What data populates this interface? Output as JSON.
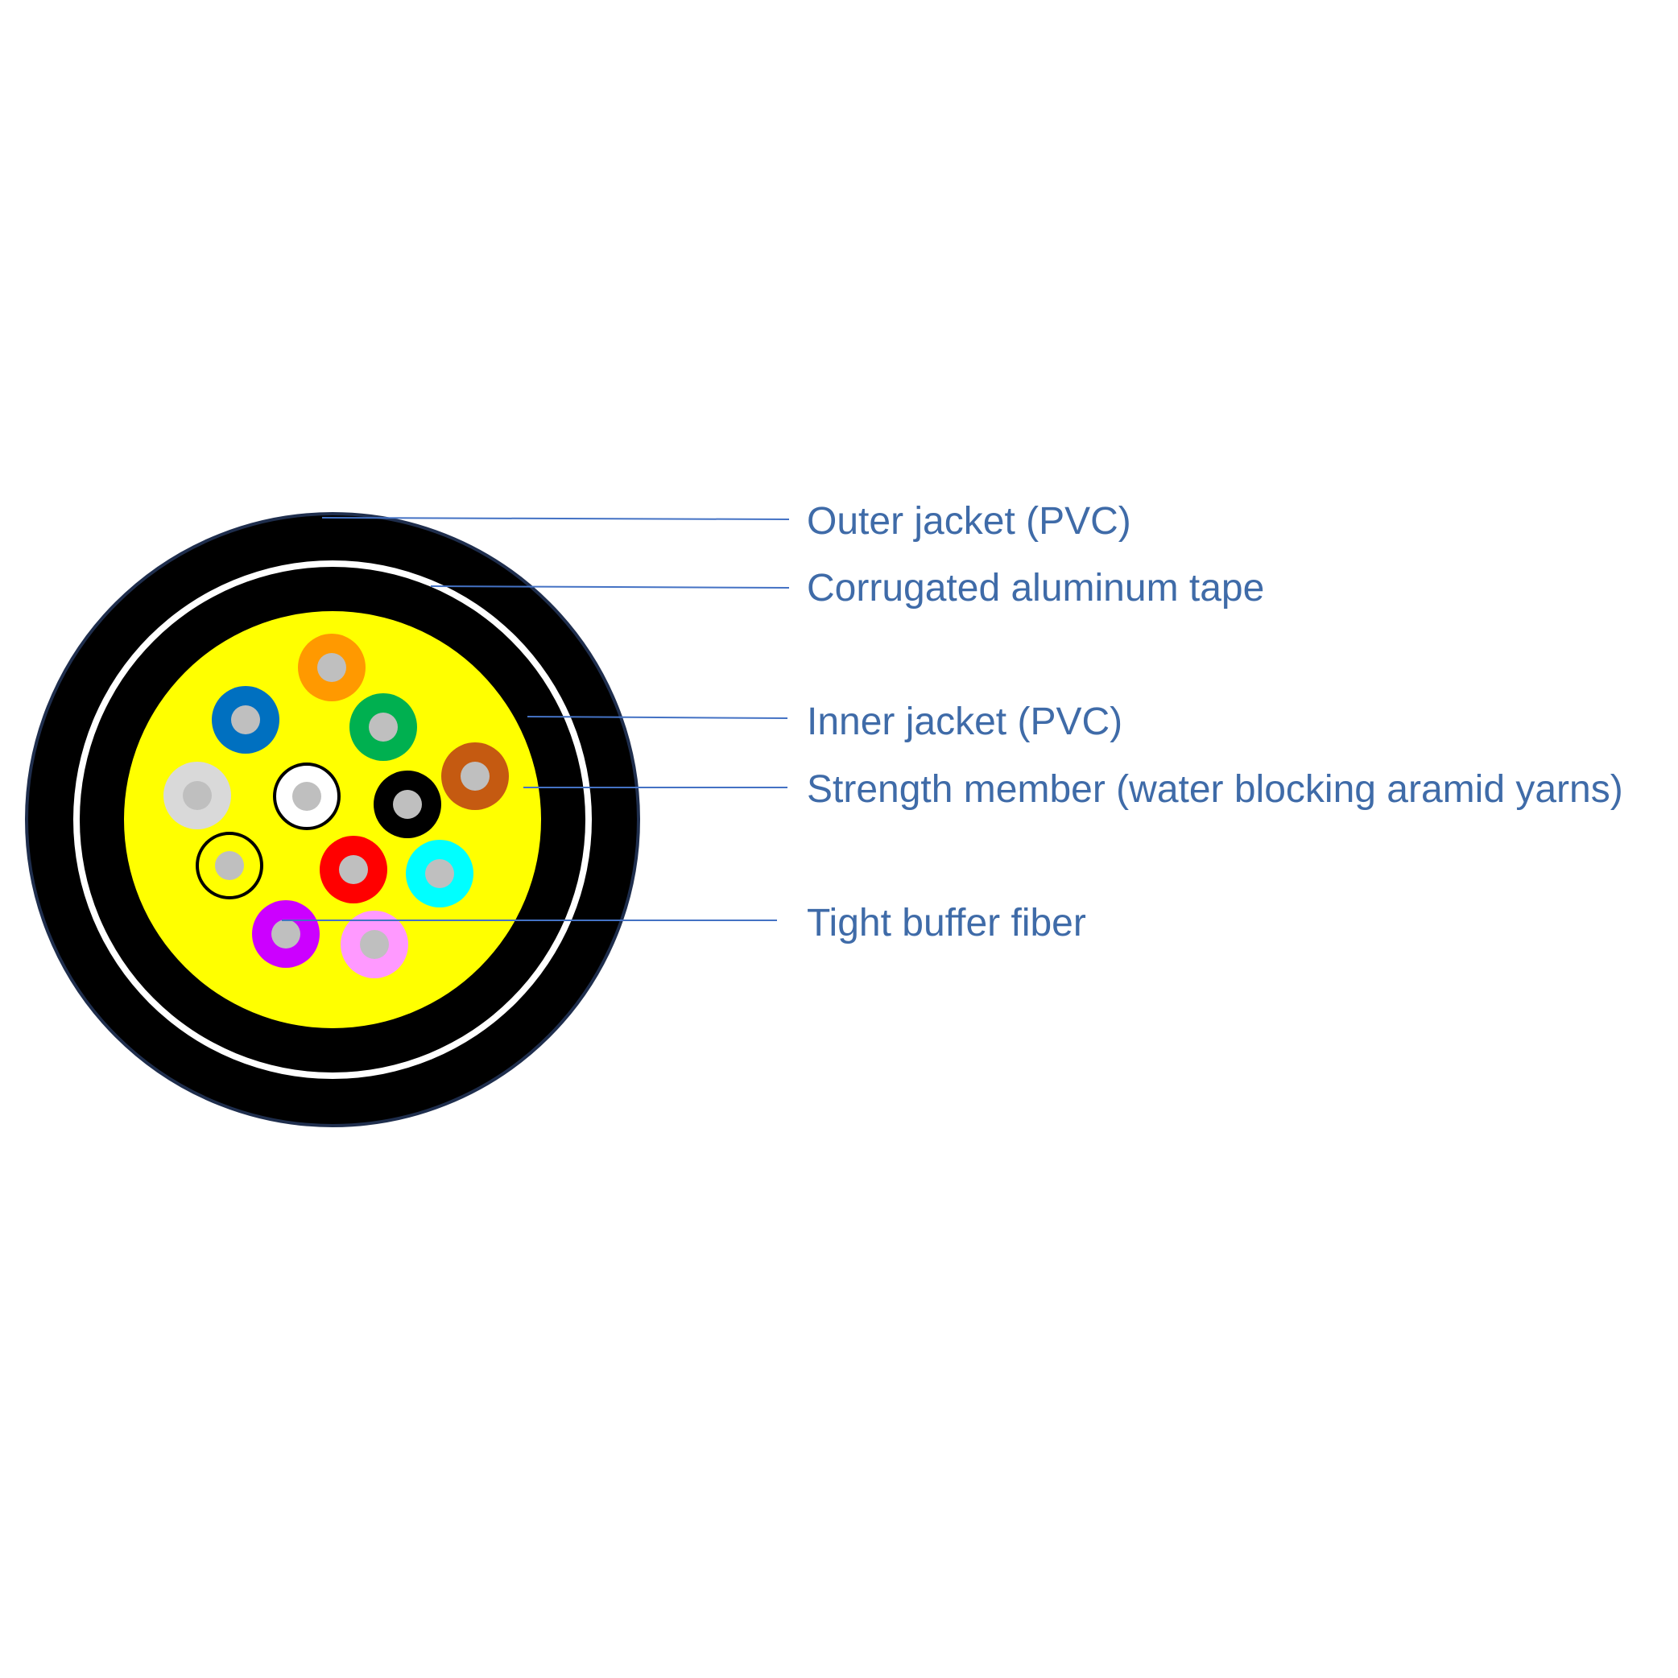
{
  "colors": {
    "label_text": "#3F6BA8",
    "leader_line": "#4472C4",
    "outer_jacket": "#000000",
    "jacket_edge": "#1F2E4D",
    "aluminum_tape": "#FFFFFF",
    "inner_jacket": "#000000",
    "strength_member": "#FFFF00",
    "fiber_core": "#BFBFBF"
  },
  "labels": {
    "outer_jacket": "Outer jacket (PVC)",
    "aluminum_tape": "Corrugated aluminum tape",
    "inner_jacket": "Inner jacket (PVC)",
    "strength_member": "Strength member (water blocking aramid yarns)",
    "tight_buffer_fiber": "Tight buffer fiber"
  },
  "fibers": [
    {
      "name": "orange",
      "color": "#FF9900"
    },
    {
      "name": "blue",
      "color": "#0070C0"
    },
    {
      "name": "green",
      "color": "#00B050"
    },
    {
      "name": "brown",
      "color": "#C55A11"
    },
    {
      "name": "slate",
      "color": "#D9D9D9"
    },
    {
      "name": "white",
      "color": "#FFFFFF",
      "outlined": true
    },
    {
      "name": "black",
      "color": "#000000"
    },
    {
      "name": "yellow",
      "color": "#FFFF00",
      "outlined": true
    },
    {
      "name": "red",
      "color": "#FF0000"
    },
    {
      "name": "aqua",
      "color": "#00FFFF"
    },
    {
      "name": "violet",
      "color": "#CC00FF"
    },
    {
      "name": "rose",
      "color": "#FF99FF"
    }
  ]
}
